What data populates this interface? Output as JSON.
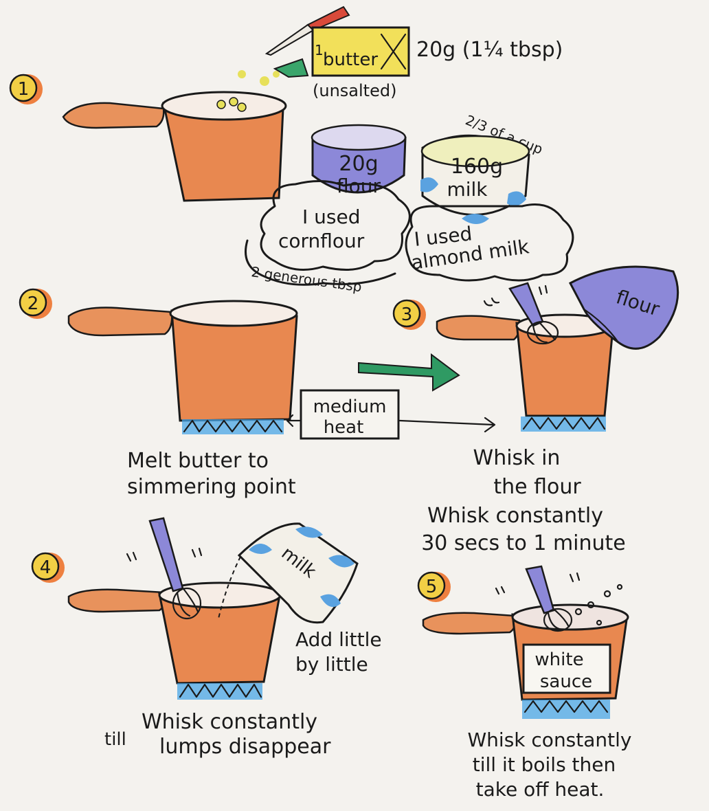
{
  "colors": {
    "paper": "#f4f2ee",
    "pot_orange": "#e88850",
    "handle_orange": "#e8925c",
    "butter_yellow": "#f2e05a",
    "flour_purple": "#8c88d8",
    "milk_blue": "#5aa2e0",
    "burner_blue": "#4aa6e6",
    "arrow_green": "#2f9a63",
    "step_badge_yellow": "#f2cf45",
    "step_badge_orange": "#ee8040",
    "knife_red": "#d94a3a",
    "ink": "#1a1a1a"
  },
  "steps": {
    "s1": "1",
    "s2": "2",
    "s3": "3",
    "s4": "4",
    "s5": "5"
  },
  "ingredients": {
    "butter_prefix": "1",
    "butter_label": "butter",
    "butter_amount": "20g (1¼ tbsp)",
    "butter_note": "(unsalted)",
    "flour_amount": "20g",
    "flour_label": "flour",
    "flour_note_line1": "I used",
    "flour_note_line2": "cornflour",
    "flour_measure": "2 generous tbsp",
    "milk_measure": "2/3 of a cup",
    "milk_amount": "160g",
    "milk_label": "milk",
    "milk_note_line1": "I used",
    "milk_note_line2": "almond milk"
  },
  "labels": {
    "flour_bowl": "flour",
    "milk_bowl": "milk",
    "heat_line1": "medium",
    "heat_line2": "heat",
    "white_sauce_line1": "white",
    "white_sauce_line2": "sauce"
  },
  "instructions": {
    "step2_line1": "Melt butter to",
    "step2_line2": "simmering point",
    "step3_line1": "Whisk in",
    "step3_line2": "the flour",
    "step3_line3": "Whisk constantly",
    "step3_line4": "30 secs to 1 minute",
    "step4_side_line1": "Add little",
    "step4_side_line2": "by little",
    "step4_till": "till",
    "step4_line1": "Whisk constantly",
    "step4_line2": "lumps disappear",
    "step5_line1": "Whisk constantly",
    "step5_line2": "till it boils then",
    "step5_line3": "take off heat."
  },
  "icons": [
    "knife-icon",
    "butter-block-icon",
    "flour-bowl-icon",
    "milk-bowl-icon",
    "saucepan-icon",
    "whisk-icon",
    "burner-flame-icon",
    "arrow-icon"
  ]
}
